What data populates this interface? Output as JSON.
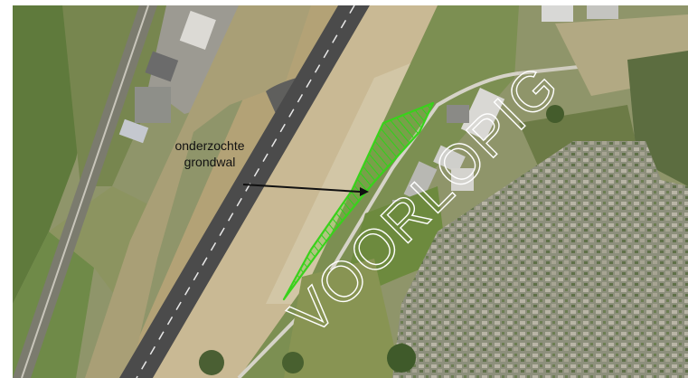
{
  "annotation": {
    "line1": "onderzochte",
    "line2": "grondwal"
  },
  "watermark": {
    "text": "VOORLOPIG"
  },
  "colors": {
    "highlight": "#39d21b",
    "label": "#111111",
    "watermark_outline": "#ffffff"
  },
  "icons": {
    "arrow": "arrow-right-icon"
  }
}
